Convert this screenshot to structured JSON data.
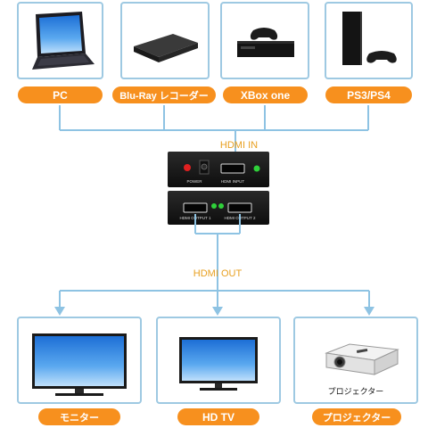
{
  "sources": [
    {
      "label": "PC",
      "icon": "laptop-icon"
    },
    {
      "label": "Blu-Ray レコーダー",
      "icon": "bluray-recorder-icon"
    },
    {
      "label": "XBox one",
      "icon": "xbox-console-icon"
    },
    {
      "label": "PS3/PS4",
      "icon": "playstation-console-icon"
    }
  ],
  "hdmi_in_label": "HDMI IN",
  "hdmi_out_label": "HDMI OUT",
  "splitter": {
    "power_label": "POWER",
    "input_label": "HDMI INPUT",
    "output1_label": "HDMI OUTPUT 1",
    "output2_label": "HDMI OUTPUT 2"
  },
  "outputs": [
    {
      "label": "モニター",
      "icon": "monitor-icon"
    },
    {
      "label": "HD TV",
      "icon": "hd-tv-icon"
    },
    {
      "label": "プロジェクター",
      "icon": "projector-icon",
      "caption": "プロジェクター"
    }
  ],
  "colors": {
    "pill": "#f7901e",
    "frame": "#9ec9e2",
    "connector": "#8ec3e3",
    "arrow_label": "#e8a020",
    "device_body": "#1b1b1b",
    "led_green": "#2fd13a",
    "led_red": "#e02020"
  }
}
